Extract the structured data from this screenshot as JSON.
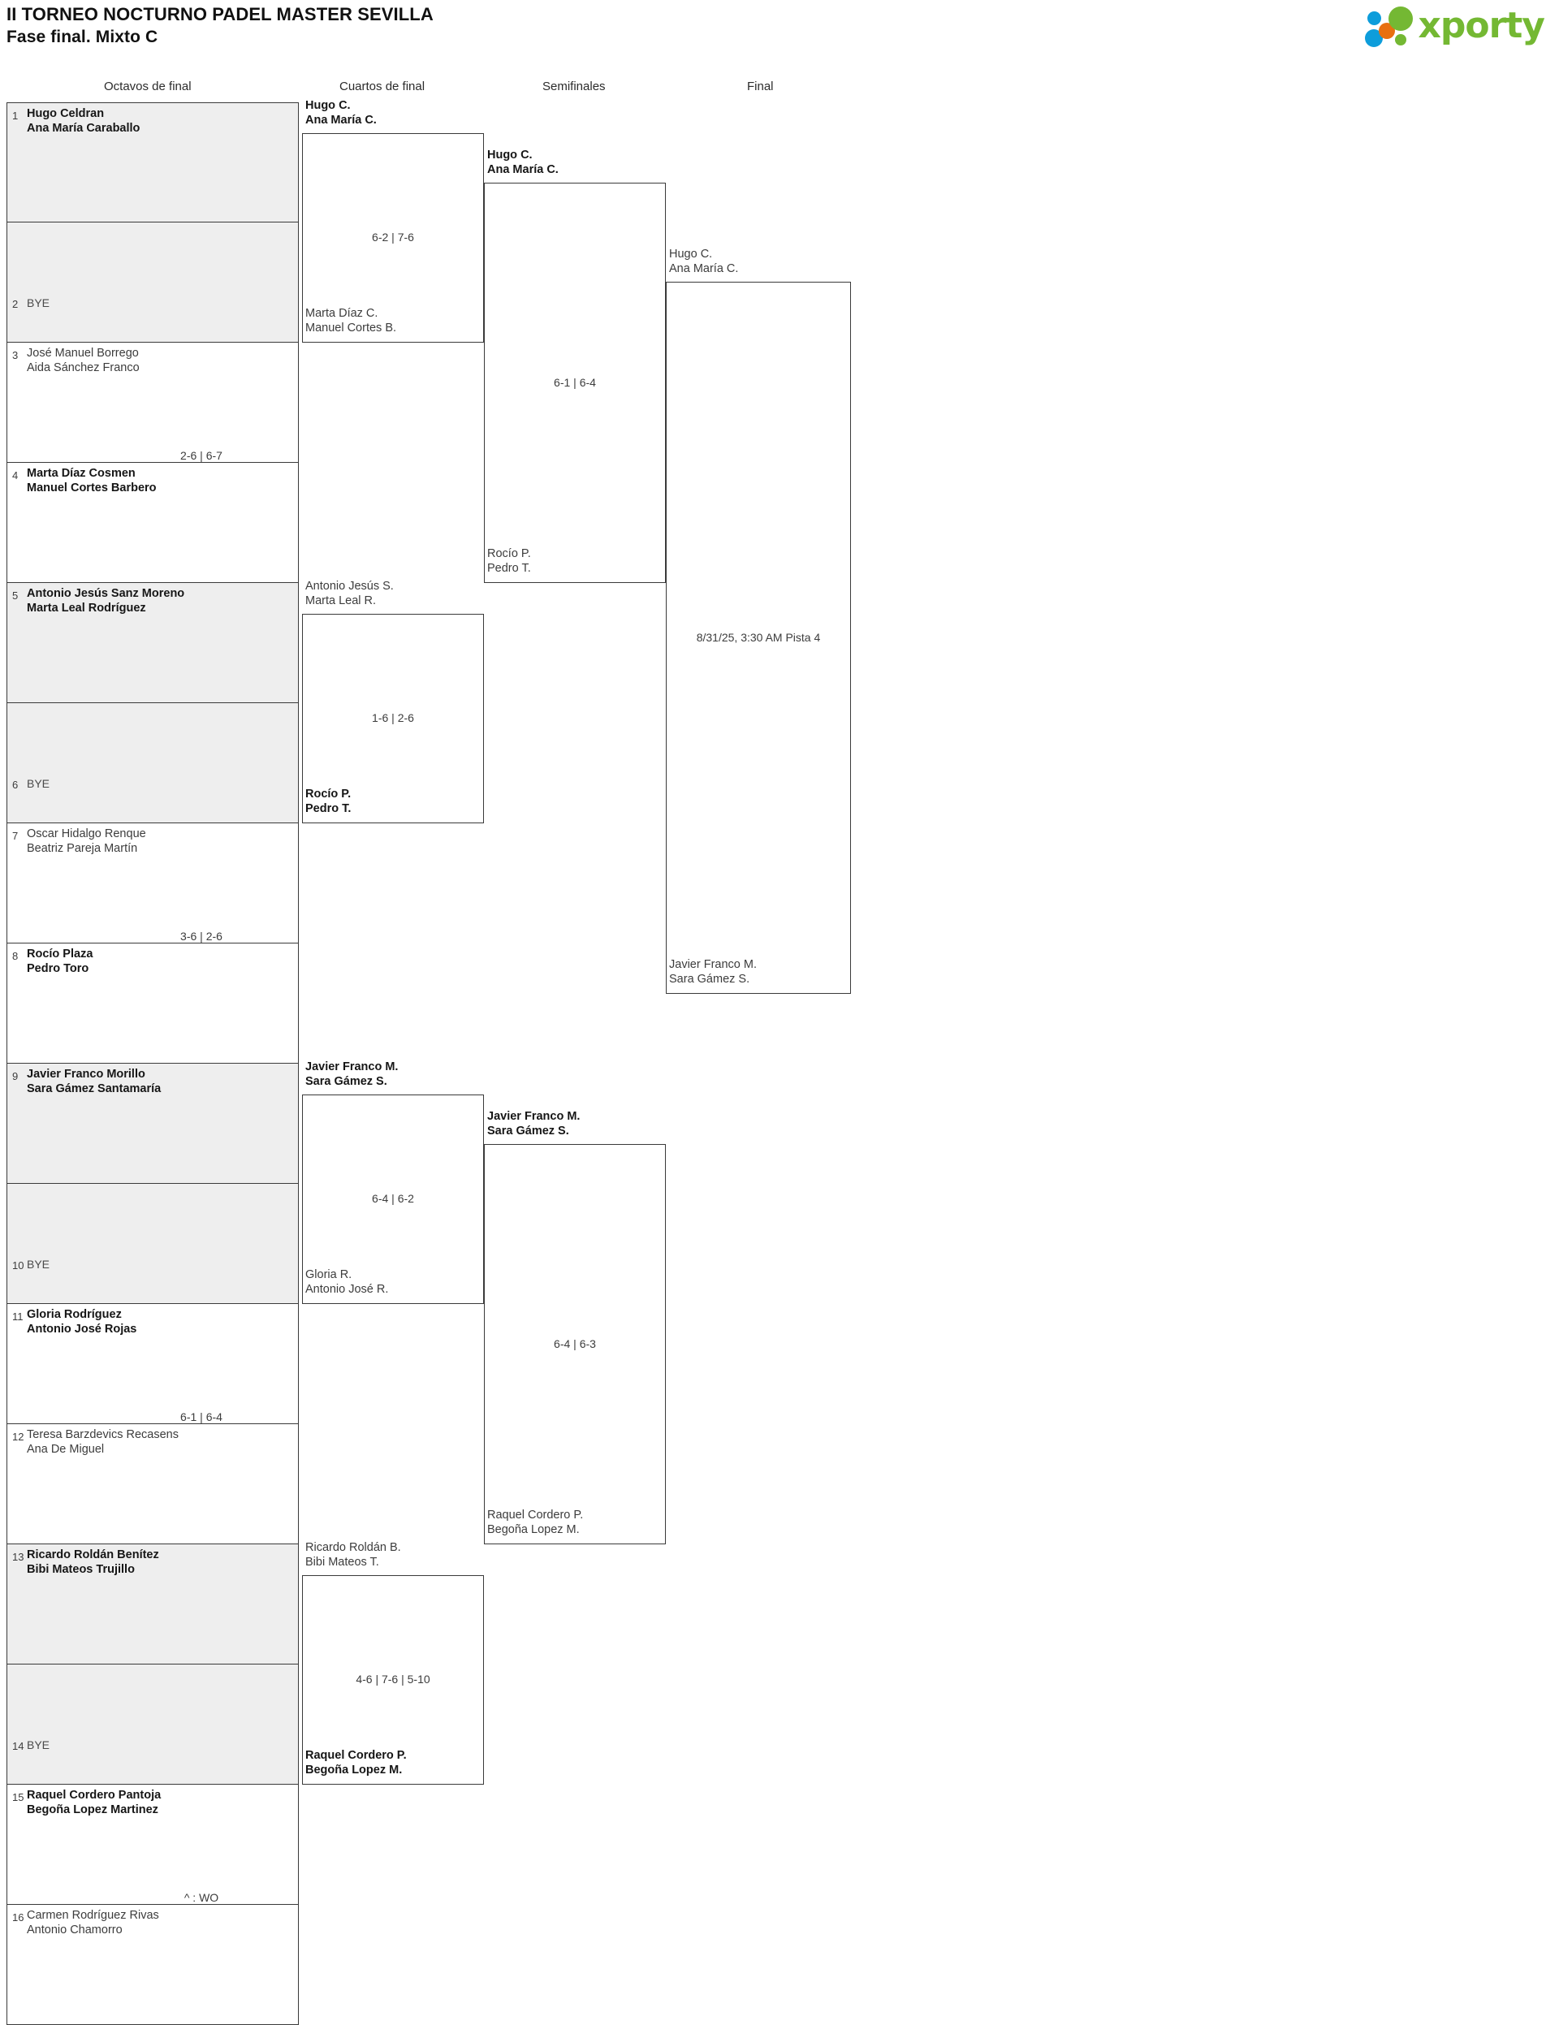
{
  "header": {
    "tournament_title": "II TORNEO NOCTURNO PADEL MASTER SEVILLA",
    "phase_title": "Fase final. Mixto C",
    "logo_text": "xporty",
    "logo_colors": {
      "green": "#74b833",
      "blue": "#0d9ddb",
      "orange": "#e8700f"
    }
  },
  "rounds": [
    {
      "label": "Octavos de final"
    },
    {
      "label": "Cuartos de final"
    },
    {
      "label": "Semifinales"
    },
    {
      "label": "Final"
    }
  ],
  "seeds": [
    {
      "num": "1",
      "line1": "Hugo Celdran",
      "line2": "Ana María Caraballo",
      "winner": true,
      "shaded": true,
      "bye": false
    },
    {
      "num": "2",
      "line1": "BYE",
      "line2": "",
      "winner": false,
      "shaded": true,
      "bye": true
    },
    {
      "num": "3",
      "line1": "José Manuel Borrego",
      "line2": "Aida Sánchez Franco",
      "winner": false,
      "shaded": false,
      "bye": false
    },
    {
      "num": "4",
      "line1": "Marta Díaz Cosmen",
      "line2": "Manuel Cortes Barbero",
      "winner": true,
      "shaded": false,
      "bye": false
    },
    {
      "num": "5",
      "line1": "Antonio Jesús Sanz Moreno",
      "line2": "Marta Leal Rodríguez",
      "winner": true,
      "shaded": true,
      "bye": false
    },
    {
      "num": "6",
      "line1": "BYE",
      "line2": "",
      "winner": false,
      "shaded": true,
      "bye": true
    },
    {
      "num": "7",
      "line1": "Oscar Hidalgo Renque",
      "line2": "Beatriz Pareja Martín",
      "winner": false,
      "shaded": false,
      "bye": false
    },
    {
      "num": "8",
      "line1": "Rocío Plaza",
      "line2": "Pedro Toro",
      "winner": true,
      "shaded": false,
      "bye": false
    },
    {
      "num": "9",
      "line1": "Javier Franco Morillo",
      "line2": "Sara Gámez Santamaría",
      "winner": true,
      "shaded": true,
      "bye": false
    },
    {
      "num": "10",
      "line1": "BYE",
      "line2": "",
      "winner": false,
      "shaded": true,
      "bye": true
    },
    {
      "num": "11",
      "line1": "Gloria Rodríguez",
      "line2": "Antonio José Rojas",
      "winner": true,
      "shaded": false,
      "bye": false
    },
    {
      "num": "12",
      "line1": "Teresa Barzdevics Recasens",
      "line2": "Ana De Miguel",
      "winner": false,
      "shaded": false,
      "bye": false
    },
    {
      "num": "13",
      "line1": "Ricardo Roldán Benítez",
      "line2": "Bibi Mateos Trujillo",
      "winner": true,
      "shaded": true,
      "bye": false
    },
    {
      "num": "14",
      "line1": "BYE",
      "line2": "",
      "winner": false,
      "shaded": true,
      "bye": true
    },
    {
      "num": "15",
      "line1": "Raquel Cordero Pantoja",
      "line2": "Begoña Lopez Martinez",
      "winner": true,
      "shaded": false,
      "bye": false
    },
    {
      "num": "16",
      "line1": "Carmen Rodríguez Rivas",
      "line2": "Antonio Chamorro",
      "winner": false,
      "shaded": false,
      "bye": false
    }
  ],
  "r1_scores": [
    {
      "value": ""
    },
    {
      "value": "2-6 | 6-7"
    },
    {
      "value": ""
    },
    {
      "value": "3-6 | 2-6"
    },
    {
      "value": ""
    },
    {
      "value": "6-1 | 6-4"
    },
    {
      "value": ""
    },
    {
      "value": "^ : WO"
    }
  ],
  "quarterfinals": [
    {
      "top": {
        "line1": "Hugo C.",
        "line2": "Ana María C.",
        "winner": true
      },
      "bottom": {
        "line1": "Marta Díaz C.",
        "line2": "Manuel Cortes B.",
        "winner": false
      },
      "score": "6-2 | 7-6"
    },
    {
      "top": {
        "line1": "Antonio Jesús S.",
        "line2": "Marta Leal R.",
        "winner": false
      },
      "bottom": {
        "line1": "Rocío P.",
        "line2": "Pedro T.",
        "winner": true
      },
      "score": "1-6 | 2-6"
    },
    {
      "top": {
        "line1": "Javier Franco M.",
        "line2": "Sara Gámez S.",
        "winner": true
      },
      "bottom": {
        "line1": "Gloria R.",
        "line2": "Antonio José R.",
        "winner": false
      },
      "score": "6-4 | 6-2"
    },
    {
      "top": {
        "line1": "Ricardo Roldán B.",
        "line2": "Bibi Mateos T.",
        "winner": false
      },
      "bottom": {
        "line1": "Raquel Cordero P.",
        "line2": "Begoña Lopez M.",
        "winner": true
      },
      "score": "4-6 | 7-6 | 5-10"
    }
  ],
  "semifinals": [
    {
      "top": {
        "line1": "Hugo C.",
        "line2": "Ana María C.",
        "winner": true
      },
      "bottom": {
        "line1": "Rocío P.",
        "line2": "Pedro T.",
        "winner": false
      },
      "score": "6-1 | 6-4"
    },
    {
      "top": {
        "line1": "Javier Franco M.",
        "line2": "Sara Gámez S.",
        "winner": true
      },
      "bottom": {
        "line1": "Raquel Cordero P.",
        "line2": "Begoña Lopez M.",
        "winner": false
      },
      "score": "6-4 | 6-3"
    }
  ],
  "final": {
    "top": {
      "line1": "Hugo C.",
      "line2": "Ana María C.",
      "winner": false
    },
    "bottom": {
      "line1": "Javier Franco M.",
      "line2": "Sara Gámez S.",
      "winner": false
    },
    "schedule": "8/31/25, 3:30 AM Pista 4"
  }
}
